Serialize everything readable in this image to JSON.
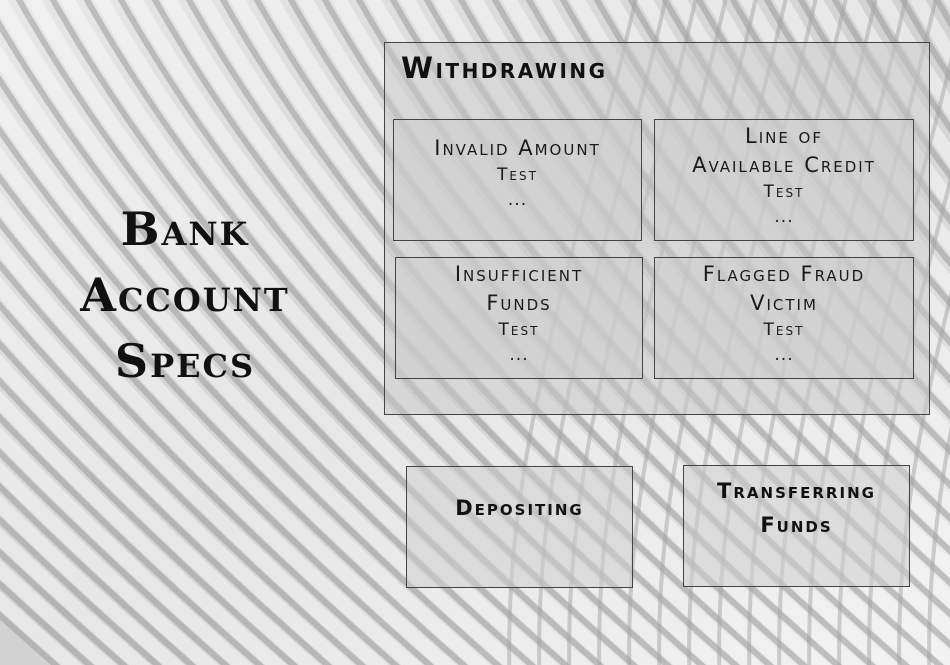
{
  "title": {
    "line1": "Bank",
    "line2": "Account",
    "line3": "Specs"
  },
  "withdrawing": {
    "heading": "Withdrawing",
    "cards": [
      {
        "name_line1": "Invalid Amount",
        "name_line2": "",
        "test": "Test",
        "more": "..."
      },
      {
        "name_line1": "Line of",
        "name_line2": "Available Credit",
        "test": "Test",
        "more": "..."
      },
      {
        "name_line1": "Insufficient",
        "name_line2": "Funds",
        "test": "Test",
        "more": "..."
      },
      {
        "name_line1": "Flagged Fraud",
        "name_line2": "Victim",
        "test": "Test",
        "more": "..."
      }
    ]
  },
  "depositing": {
    "label": "Depositing"
  },
  "transferring": {
    "line1": "Transferring",
    "line2": "Funds"
  }
}
